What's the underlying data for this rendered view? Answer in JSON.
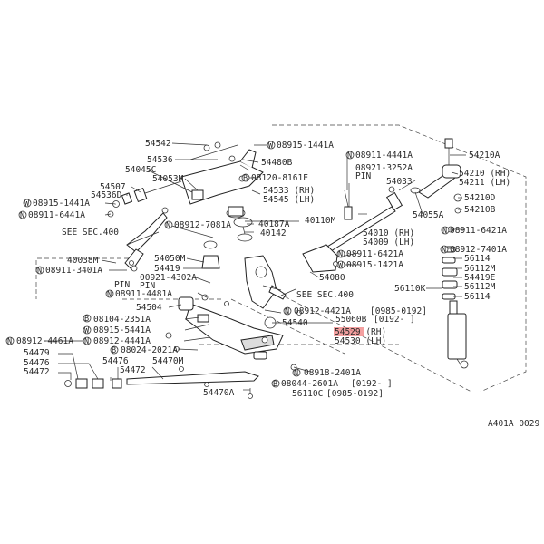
{
  "labels": {
    "p54542": "54542",
    "p08915_1441A_top": "08915-1441A",
    "p54536": "54536",
    "p54480B": "54480B",
    "p54045C": "54045C",
    "p08120_8161E": "08120-8161E",
    "p54053M": "54053M",
    "p54507": "54507",
    "p54536D": "54536D",
    "p08915_1441A_left": "08915-1441A",
    "p08911_6441A": "08911-6441A",
    "p54533": "54533 (RH)",
    "p54545": "54545 (LH)",
    "p40110M": "40110M",
    "p40187A": "40187A",
    "p40142": "40142",
    "p08912_7081A": "08912-7081A",
    "see400_left": "SEE SEC.400",
    "p40038M": "40038M",
    "p08911_3401A": "08911-3401A",
    "p54050M": "54050M",
    "p54419": "54419",
    "pin1": "PIN",
    "p08911_4481A": "08911-4481A",
    "p00921_4302A": "00921-4302A",
    "pin2": "PIN",
    "p54504": "54504",
    "p08104_2351A": "08104-2351A",
    "p08915_5441A": "08915-5441A",
    "p08912_4441A_mid": "08912-4441A",
    "p08912_4461A": "08912-4461A",
    "p08024_2021A": "08024-2021A",
    "p54479": "54479",
    "p54476_a": "54476",
    "p54476_b": "54476",
    "p54472_a": "54472",
    "p54472_b": "54472",
    "p54470M": "54470M",
    "p54470A": "54470A",
    "p08044_2601A": "08044-2601A",
    "p08044_range": "[0192-    ]",
    "p56110C": "56110C",
    "p56110C_range": "[0985-0192]",
    "p08918_2401A": "08918-2401A",
    "p54540": "54540",
    "p55060B": "55060B",
    "p55060B_range": "[0192-    ]",
    "p08912_4421A": "08912-4421A",
    "p08912_4421A_range": "[0985-0192]",
    "see400_mid": "SEE SEC.400",
    "p54529": "54529 (RH)",
    "p54530": "54530 (LH)",
    "p54080": "54080",
    "p08911_4441A": "08911-4441A",
    "p08921_3252A": "08921-3252A",
    "pin3": "PIN",
    "p54033": "54033",
    "p54010": "54010 (RH)",
    "p54009": "54009 (LH)",
    "p08911_6421A_mid": "08911-6421A",
    "p08915_1421A": "08915-1421A",
    "p54055A": "54055A",
    "p54210A": "54210A",
    "p54210": "54210 (RH)",
    "p54211": "54211 (LH)",
    "p54210D": "54210D",
    "p54210B": "54210B",
    "p08911_6421A_right": "08911-6421A",
    "p08912_7401A": "08912-7401A",
    "p56114_a": "56114",
    "p56112M_a": "56112M",
    "p56110K": "56110K",
    "p54419E": "54419E",
    "p56112M_b": "56112M",
    "p56114_b": "56114",
    "figure_code": "A401A 0029"
  },
  "markers": {
    "W": "W",
    "N": "N",
    "B": "B"
  },
  "colors": {
    "highlight": "#f08080",
    "ink": "#222222"
  }
}
